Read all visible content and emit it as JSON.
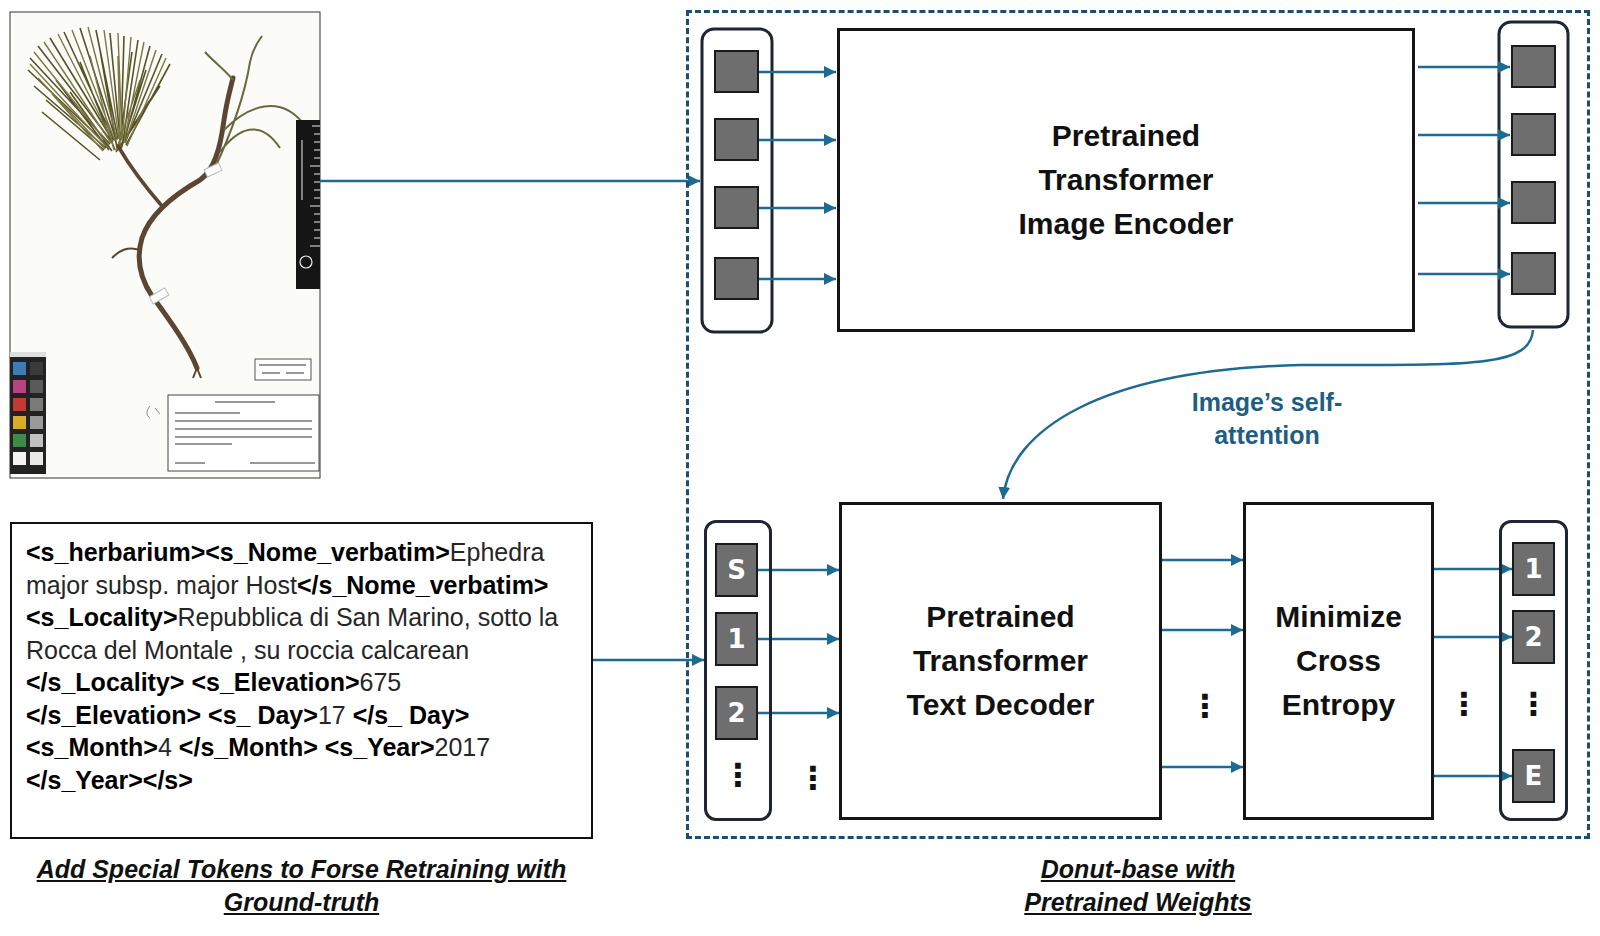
{
  "diagram": {
    "nodes": [
      {
        "text": [
          "Donut-base with Pretrained Weights"
        ]
      },
      {
        "text": [
          "Pretrained Transformer Image Encoder"
        ],
        "in": 0
      },
      {
        "text": [
          "⋮"
        ],
        "in": 0
      },
      {
        "text": [
          "S"
        ],
        "in": 2
      },
      {
        "text": [
          "1"
        ],
        "in": 2
      },
      {
        "text": [
          "2"
        ],
        "in": 2
      },
      {
        "text": [
          "Pretrained Transformer Text Decoder"
        ],
        "in": 0
      },
      {
        "text": [
          "Minimize Cross Entropy"
        ],
        "in": 0
      },
      {
        "text": [
          "⋮"
        ],
        "in": 0
      },
      {
        "text": [
          "1"
        ],
        "in": 8
      },
      {
        "text": [
          "2"
        ],
        "in": 8
      },
      {
        "text": [
          "E"
        ],
        "in": 8
      },
      {
        "text": [
          "<s_herbarium><s_Nome_verbatim>Ephedra major subsp. major Host</s_Nome_verbatim> <s_Locality>Repubblica di San Marino, sotto la Rocca del Montale , su roccia calcarean </s_Locality> <s_Elevation>675 </s_Elevation> <s_ Day>17 </s_ Day> <s_Month>4 </s_Month> <s_Year>2017 </s_Year></s>",
          "Add Special Tokens to Forse Retraining with Ground-truth"
        ]
      }
    ],
    "edges": [
      {
        "from": 12,
        "to": 2,
        "arrow": "to"
      },
      {
        "from": 3,
        "to": 6,
        "arrow": "to"
      },
      {
        "from": 4,
        "to": 6,
        "arrow": "to"
      },
      {
        "from": 5,
        "to": 6,
        "arrow": "to"
      },
      {
        "from": 6,
        "to": 7,
        "arrow": "to"
      },
      {
        "from": 6,
        "to": 7,
        "arrow": "to"
      },
      {
        "from": 6,
        "to": 7,
        "arrow": "to"
      },
      {
        "from": 7,
        "to": 9,
        "arrow": "to"
      },
      {
        "from": 7,
        "to": 10,
        "arrow": "to"
      },
      {
        "from": 7,
        "to": 11,
        "arrow": "to"
      }
    ],
    "labels": [
      "Image’s self-attention",
      "⋮",
      "⋮",
      "⋮"
    ]
  }
}
